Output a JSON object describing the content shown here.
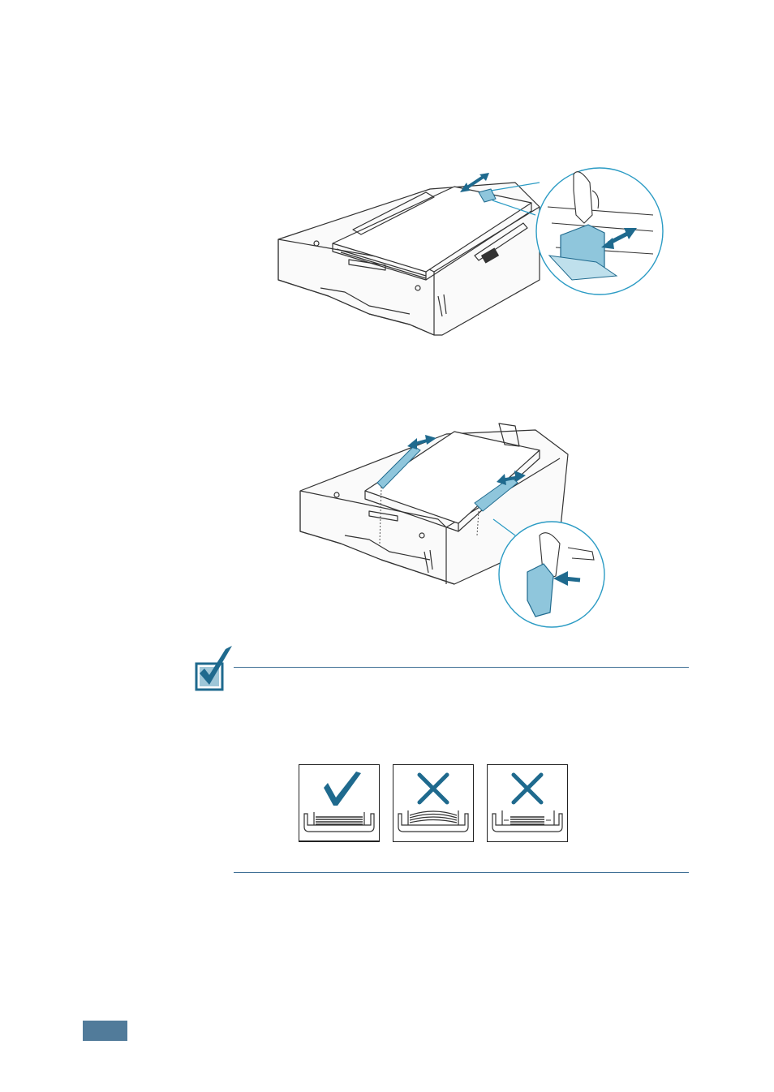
{
  "figures": {
    "tray_length_guide": {
      "icon": "paper-tray-length-guide-illustration"
    },
    "tray_width_guide": {
      "icon": "paper-tray-width-guide-illustration"
    }
  },
  "note": {
    "icon": "note-checkmark-icon",
    "paper_stack_examples": [
      {
        "icon": "correct-checkmark-icon",
        "state": "correct"
      },
      {
        "icon": "wrong-cross-icon",
        "state": "curled"
      },
      {
        "icon": "wrong-cross-icon",
        "state": "loose"
      }
    ]
  },
  "colors": {
    "accent": "#1f6a8e",
    "guide_blue": "#8fc6dc",
    "rule": "#3f6f95",
    "page_tab": "#517b9a"
  }
}
